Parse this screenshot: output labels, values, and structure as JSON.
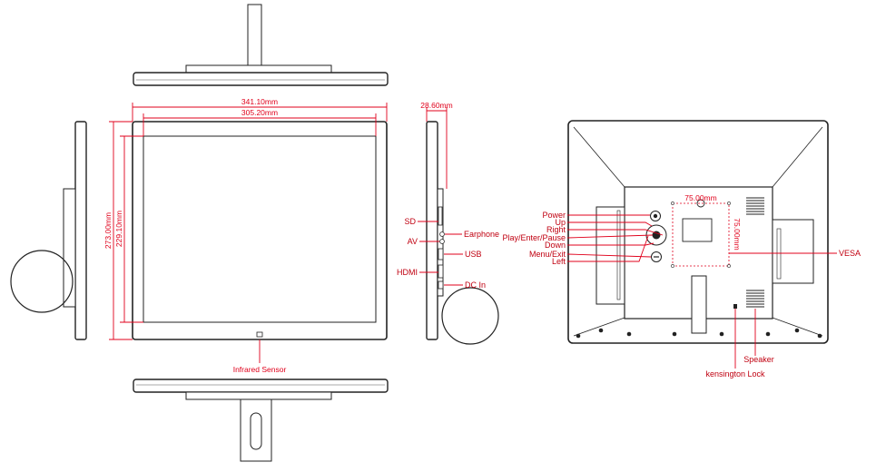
{
  "dimensions": {
    "outer_width": "341.10mm",
    "inner_width": "305.20mm",
    "depth": "28.60mm",
    "outer_height": "273.00mm",
    "inner_height": "229.10mm"
  },
  "front_labels": {
    "infrared": "Infrared Sensor"
  },
  "side_ports": {
    "sd": "SD",
    "av": "AV",
    "hdmi": "HDMI",
    "earphone": "Earphone",
    "usb": "USB",
    "dc_in": "DC In"
  },
  "back_buttons": {
    "power": "Power",
    "up": "Up",
    "right": "Right",
    "play": "Play/Enter/Pause",
    "down": "Down",
    "menu": "Menu/Exit",
    "left": "Left"
  },
  "back_labels": {
    "vesa_w": "75.00mm",
    "vesa_h": "75.00mm",
    "vesa": "VESA",
    "speaker": "Speaker",
    "kensington": "kensington Lock"
  },
  "colors": {
    "annotation": "#e0001b",
    "outline": "#222222"
  }
}
